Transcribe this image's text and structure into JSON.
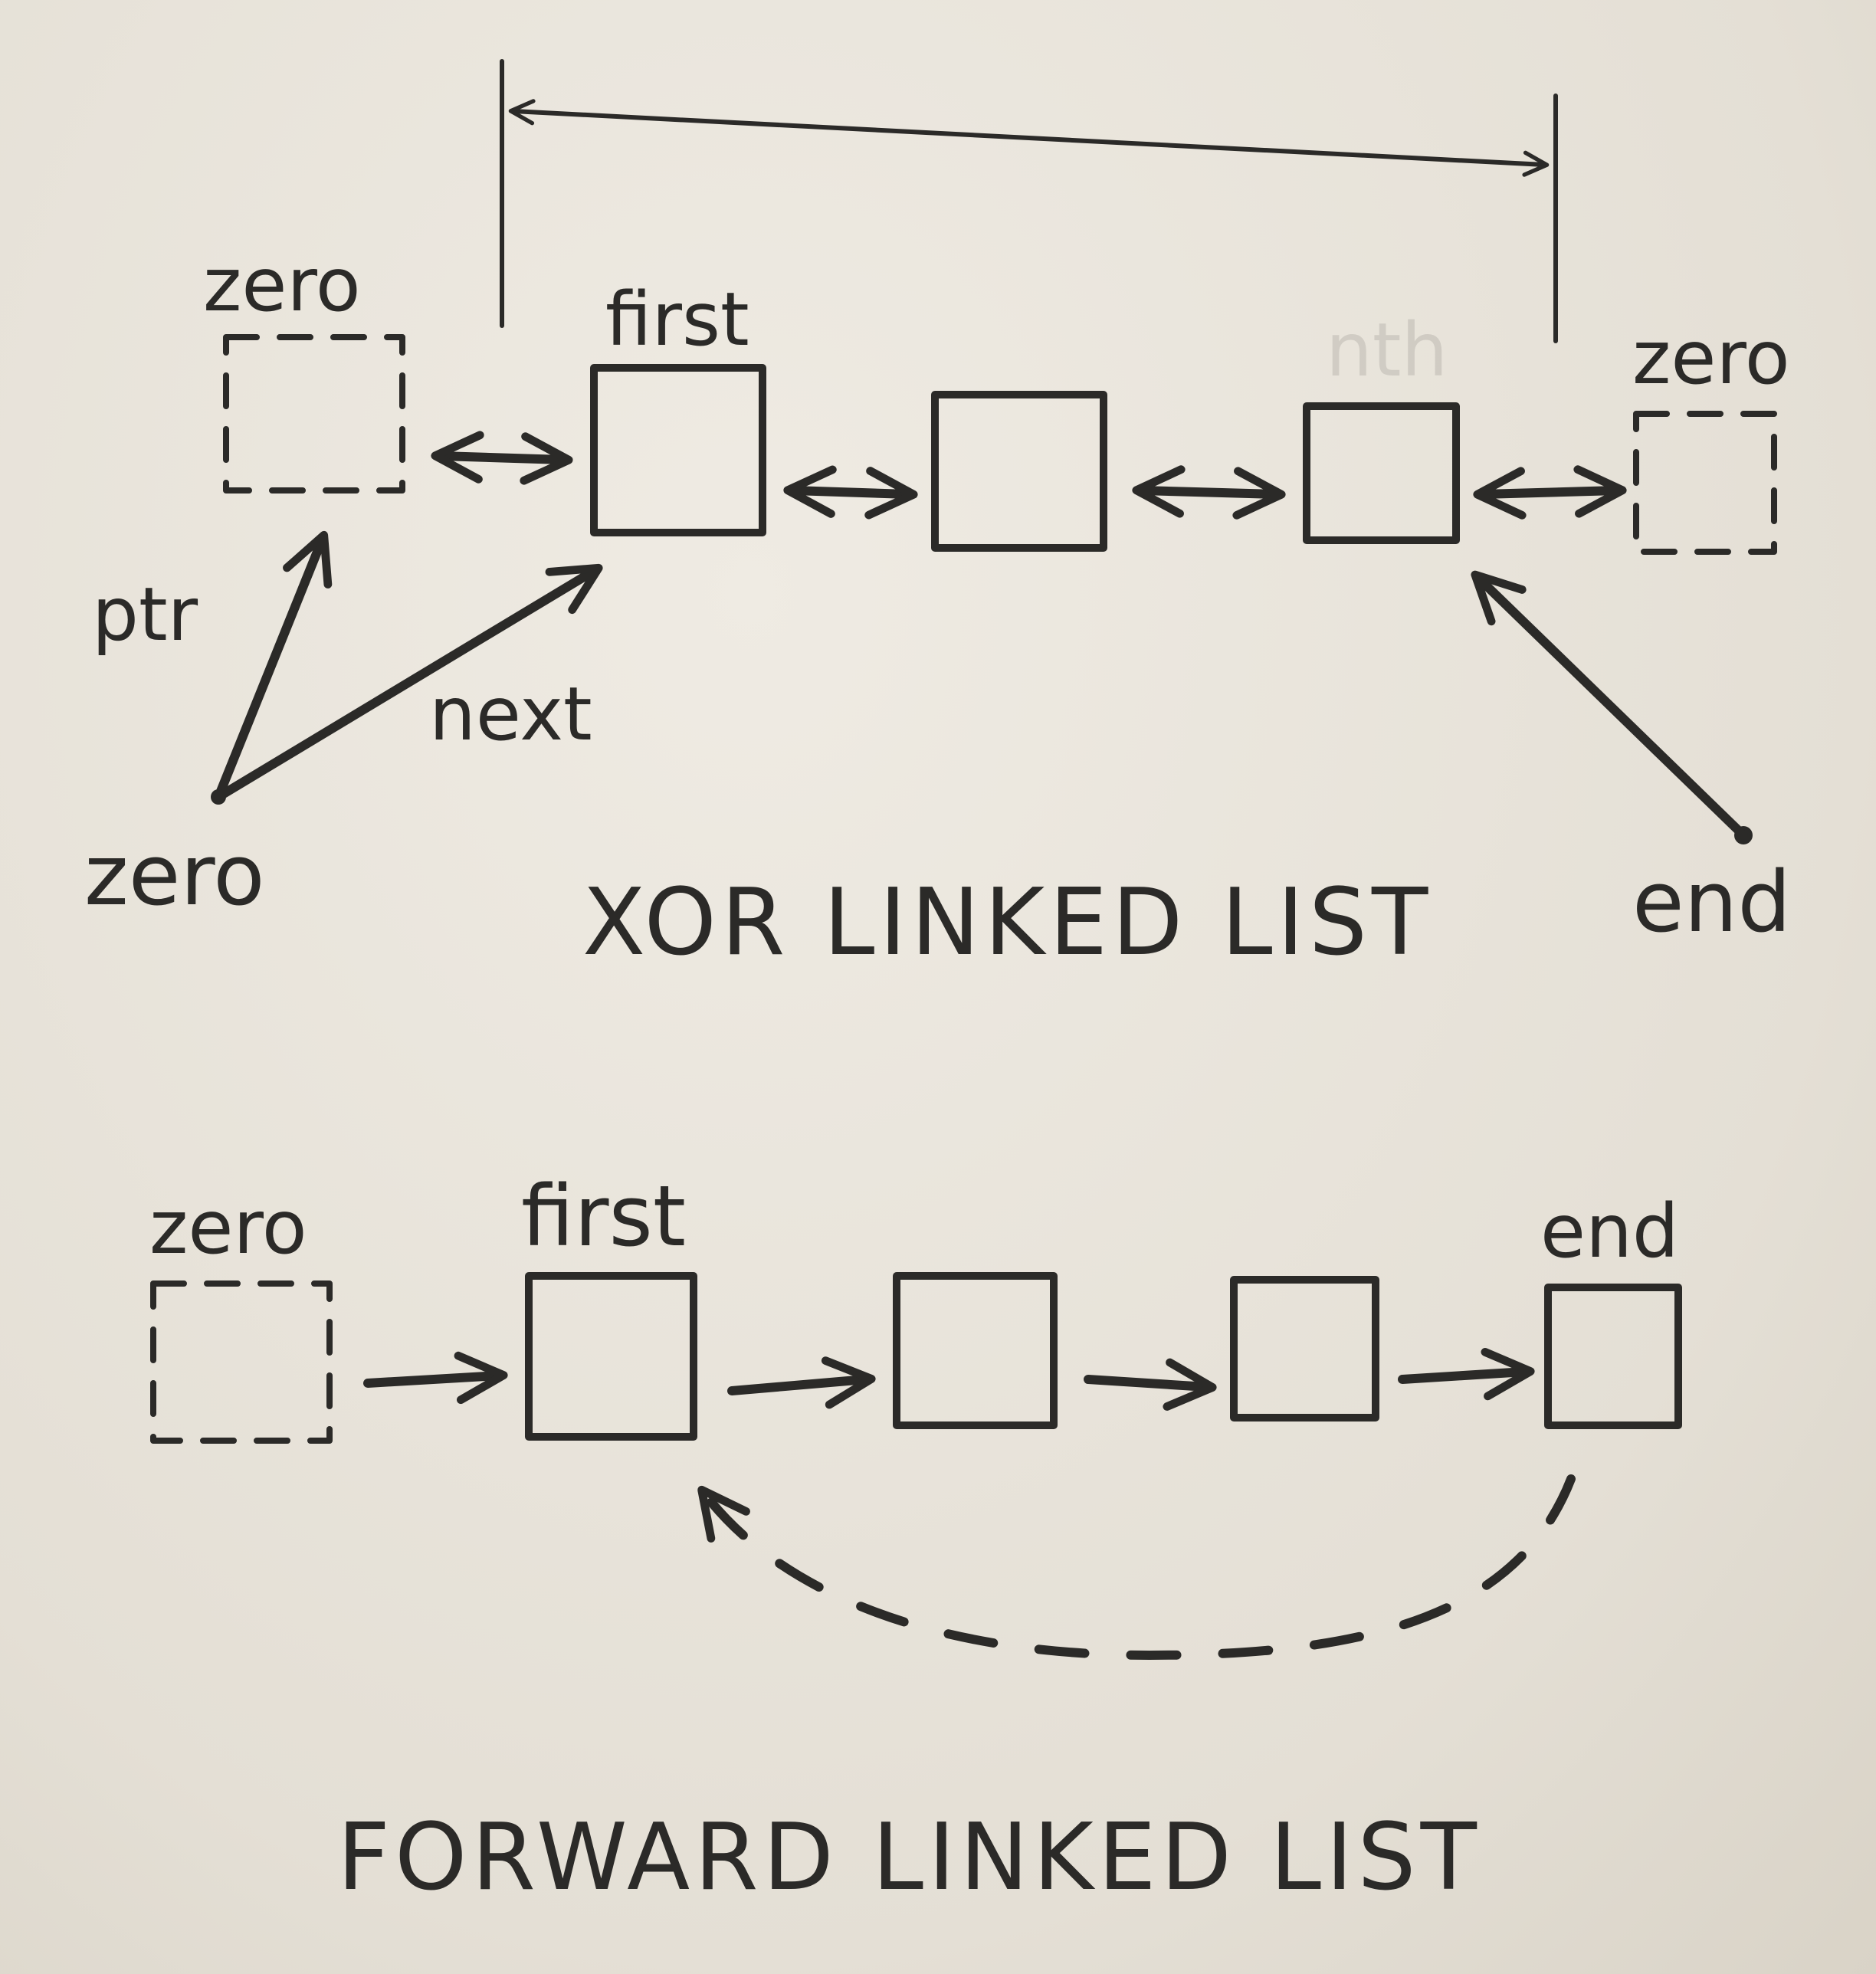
{
  "xor": {
    "title": "XOR LINKED LIST",
    "labels": {
      "zero_left": "zero",
      "first": "first",
      "nth": "nth",
      "zero_right": "zero",
      "ptr": "ptr",
      "next": "next",
      "zero_bottom": "zero",
      "end": "end"
    }
  },
  "forward": {
    "title": "FORWARD LINKED LIST",
    "labels": {
      "zero": "zero",
      "first": "first",
      "end": "end"
    }
  },
  "colors": {
    "ink": "#2b2a28",
    "paper": "#e9e5dc"
  }
}
